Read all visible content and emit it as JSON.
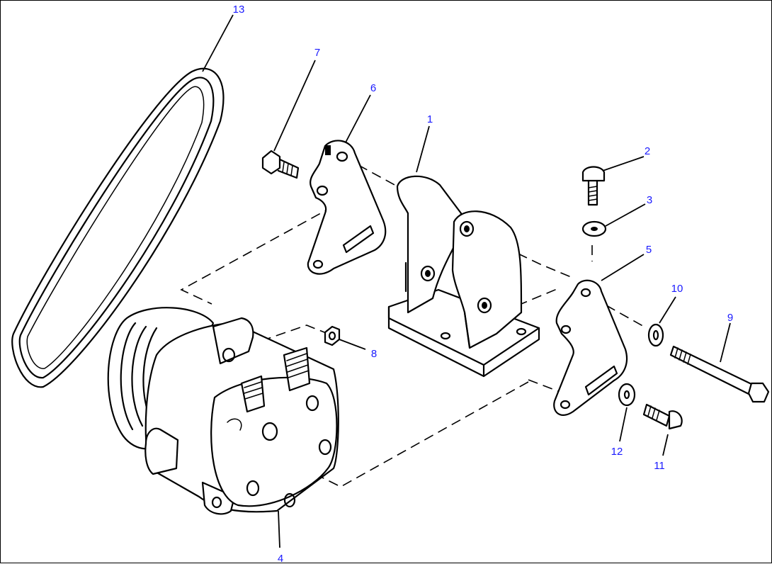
{
  "diagram": {
    "callouts": [
      {
        "id": "c1",
        "label": "1"
      },
      {
        "id": "c2",
        "label": "2"
      },
      {
        "id": "c3",
        "label": "3"
      },
      {
        "id": "c4",
        "label": "4"
      },
      {
        "id": "c5",
        "label": "5"
      },
      {
        "id": "c6",
        "label": "6"
      },
      {
        "id": "c7",
        "label": "7"
      },
      {
        "id": "c8",
        "label": "8"
      },
      {
        "id": "c9",
        "label": "9"
      },
      {
        "id": "c10",
        "label": "10"
      },
      {
        "id": "c11",
        "label": "11"
      },
      {
        "id": "c12",
        "label": "12"
      },
      {
        "id": "c13",
        "label": "13"
      }
    ],
    "callout_color": "#1a1aff",
    "line_color": "#000000"
  }
}
